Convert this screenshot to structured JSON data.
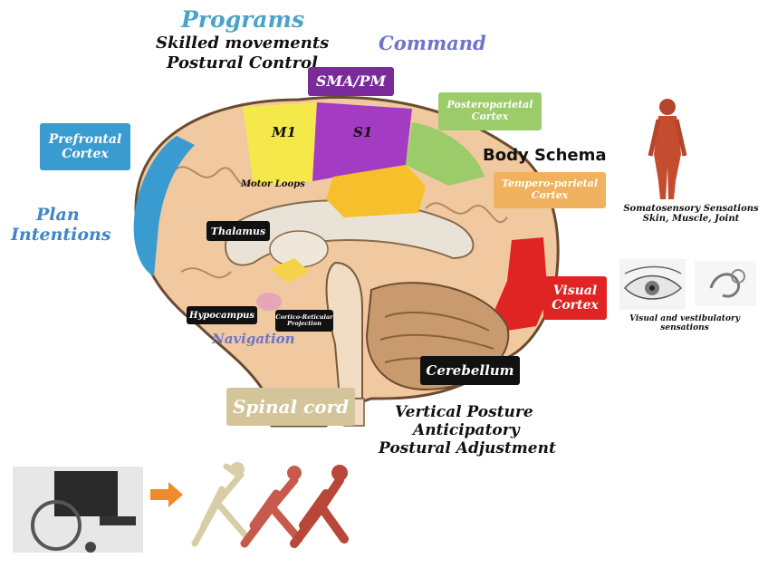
{
  "top": {
    "programs": "Programs",
    "skilled_movements": "Skilled movements",
    "postural_control": "Postural Control",
    "command": "Command",
    "sma_pm": "SMA/PM"
  },
  "left": {
    "prefrontal": [
      "Prefrontal",
      "Cortex"
    ],
    "plan": "Plan",
    "intentions": "Intentions"
  },
  "brain_regions": {
    "m1": "M1",
    "s1": "S1",
    "motor_loops": "Motor Loops",
    "thalamus": "Thalamus",
    "hypocampus": "Hypocampus",
    "cortico_reticular": [
      "Cortico-Reticular",
      "Projection"
    ],
    "navigation": "Navigation",
    "spinal_cord": "Spinal cord",
    "cerebellum": "Cerebellum"
  },
  "right": {
    "posteroparietal": [
      "Posteroparietal",
      "Cortex"
    ],
    "body_schema": "Body Schema",
    "temporo_parietal": [
      "Tempero-parietal",
      "Cortex"
    ],
    "visual_cortex": [
      "Visual",
      "Cortex"
    ],
    "somatosensory": [
      "Somatosensory Sensations",
      "Skin, Muscle, Joint"
    ],
    "visual_vestibulary": [
      "Visual and vestibulatory",
      "sensations"
    ]
  },
  "bottom": {
    "vertical_posture": "Vertical Posture",
    "anticipatory": "Anticipatory",
    "postural_adjustment": "Postural Adjustment"
  },
  "colors": {
    "programs": "#4aa3c8",
    "command": "#6f74c9",
    "sma_pm": "#7b2a99",
    "prefrontal": "#3a9bd0",
    "m1": "#f5e84a",
    "s1": "#a33cc2",
    "posteroparietal": "#9ccc6a",
    "temporo_parietal": "#f0b25e",
    "visual": "#e02424",
    "spinal": "#d4c49a",
    "brain_tissue": "#f0c9a0",
    "plan": "#3e86c7"
  }
}
